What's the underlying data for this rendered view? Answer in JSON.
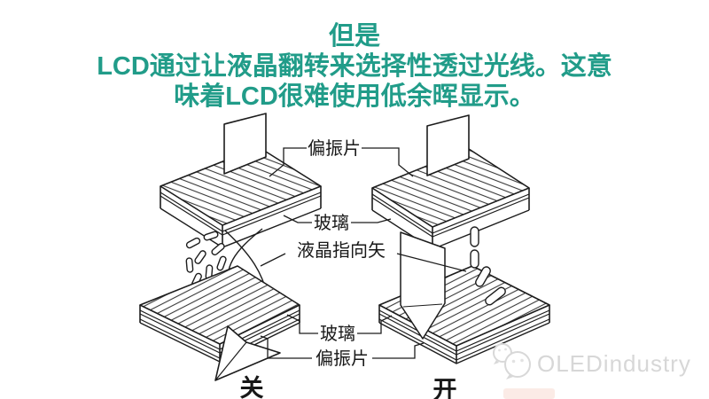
{
  "title": {
    "line1": "但是",
    "line2": "LCD通过让液晶翻转来选择性透过光线。这意",
    "line3": "味着LCD很难使用低余晖显示。",
    "color": "#219c89"
  },
  "diagram": {
    "labels": {
      "polarizer_top": "偏振片",
      "glass_top": "玻璃",
      "lc_director": "液晶指向矢",
      "glass_bottom": "玻璃",
      "polarizer_bottom": "偏振片",
      "state_off": "关",
      "state_on": "开"
    }
  },
  "watermark": {
    "text": "OLEDindustry",
    "icon": "wechat-logo-icon",
    "color": "#d7d7d7"
  },
  "colors": {
    "background": "#ffffff",
    "line": "#1c1c1c",
    "title_accent": "#219c89"
  }
}
